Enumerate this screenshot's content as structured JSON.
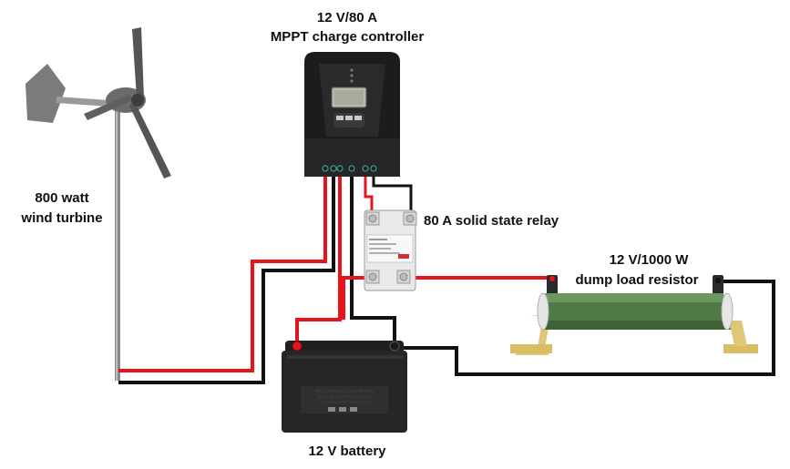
{
  "labels": {
    "controller_line1": "12 V/80 A",
    "controller_line2": "MPPT charge controller",
    "turbine_line1": "800 watt",
    "turbine_line2": "wind turbine",
    "relay": "80 A solid state relay",
    "resistor_line1": "12 V/1000 W",
    "resistor_line2": "dump load resistor",
    "battery": "12 V battery"
  },
  "icons": {
    "turbine": "wind-turbine-icon",
    "controller": "charge-controller-icon",
    "relay": "solid-state-relay-icon",
    "resistor": "dump-load-resistor-icon",
    "battery": "battery-icon"
  },
  "colors": {
    "positive_wire": "#e8141b",
    "negative_wire": "#111111",
    "resistor_body": "#4f7a45",
    "controller_body": "#1c1c1c",
    "battery_body": "#262626"
  }
}
